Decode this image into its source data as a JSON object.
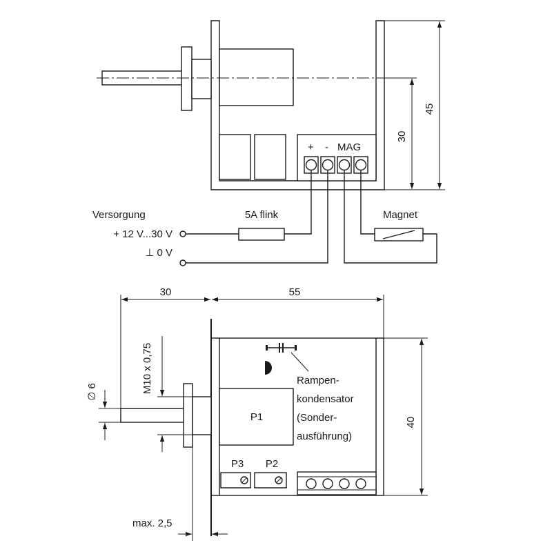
{
  "top_view": {
    "terminal_labels": {
      "plus": "+",
      "minus": "-",
      "mag": "MAG"
    },
    "dim_height_total": "45",
    "dim_height_axis": "30",
    "supply_label": "Versorgung",
    "supply_plus": "+  12 V...30 V",
    "supply_ground": "⊥   0 V",
    "fuse_label": "5A flink",
    "magnet_label": "Magnet"
  },
  "bottom_view": {
    "dim_shaft_length": "30",
    "dim_body_length": "55",
    "dim_height": "40",
    "dim_thread": "M10 x 0,75",
    "dim_shaft_diameter": "∅ 6",
    "dim_max_flange": "max. 2,5",
    "pot_p1": "P1",
    "pot_p2": "P2",
    "pot_p3": "P3",
    "ramp_capacitor_lines": [
      "Rampen-",
      "kondensator",
      "(Sonder-",
      "ausführung)"
    ]
  }
}
